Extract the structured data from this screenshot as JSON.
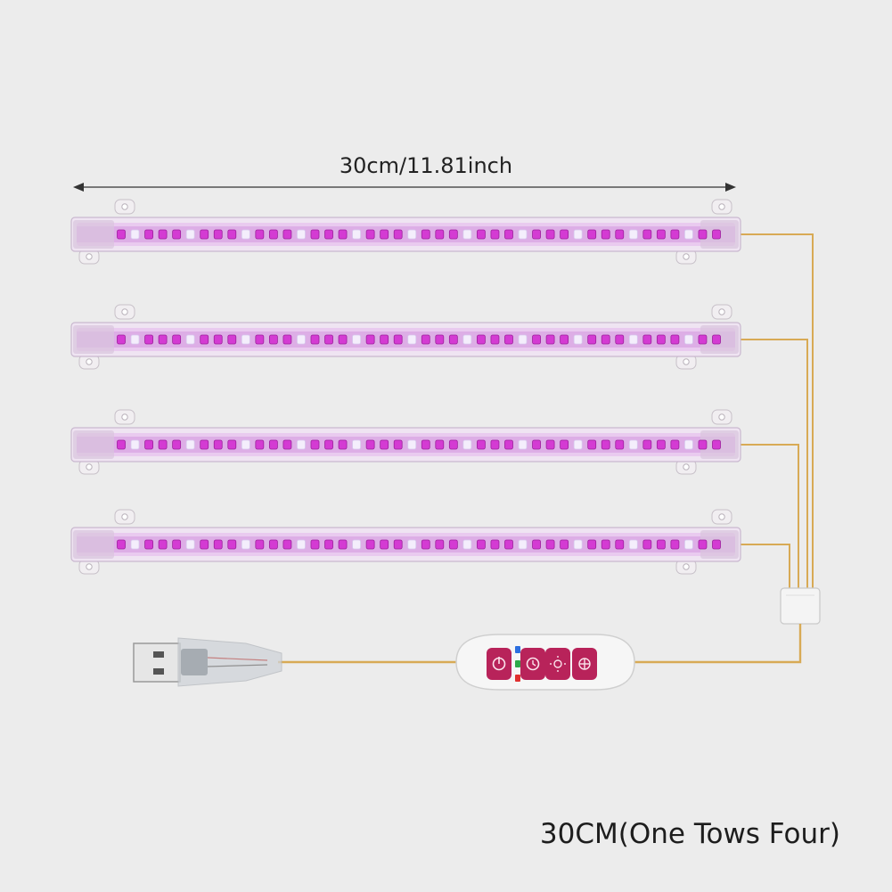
{
  "dimension": {
    "label": "30cm/11.81inch"
  },
  "caption": {
    "text": "30CM(One Tows Four)"
  },
  "product": {
    "strip_count": 4,
    "leds_per_strip": 44,
    "controller": {
      "buttons": [
        {
          "icon": "power-icon"
        },
        {
          "icon": "timer-icon"
        },
        {
          "icon": "brightness-icon"
        },
        {
          "icon": "mode-icon"
        }
      ],
      "indicators": [
        {
          "color": "#2d6fe0"
        },
        {
          "color": "#2ea84a"
        },
        {
          "color": "#e03030"
        }
      ]
    }
  },
  "colors": {
    "background": "#ececec",
    "led_magenta": "#d43bd3",
    "led_white": "#f4eefc",
    "strip_tint": "#e7c6ee",
    "wire": "#d8aa55",
    "button": "#b8235a"
  }
}
